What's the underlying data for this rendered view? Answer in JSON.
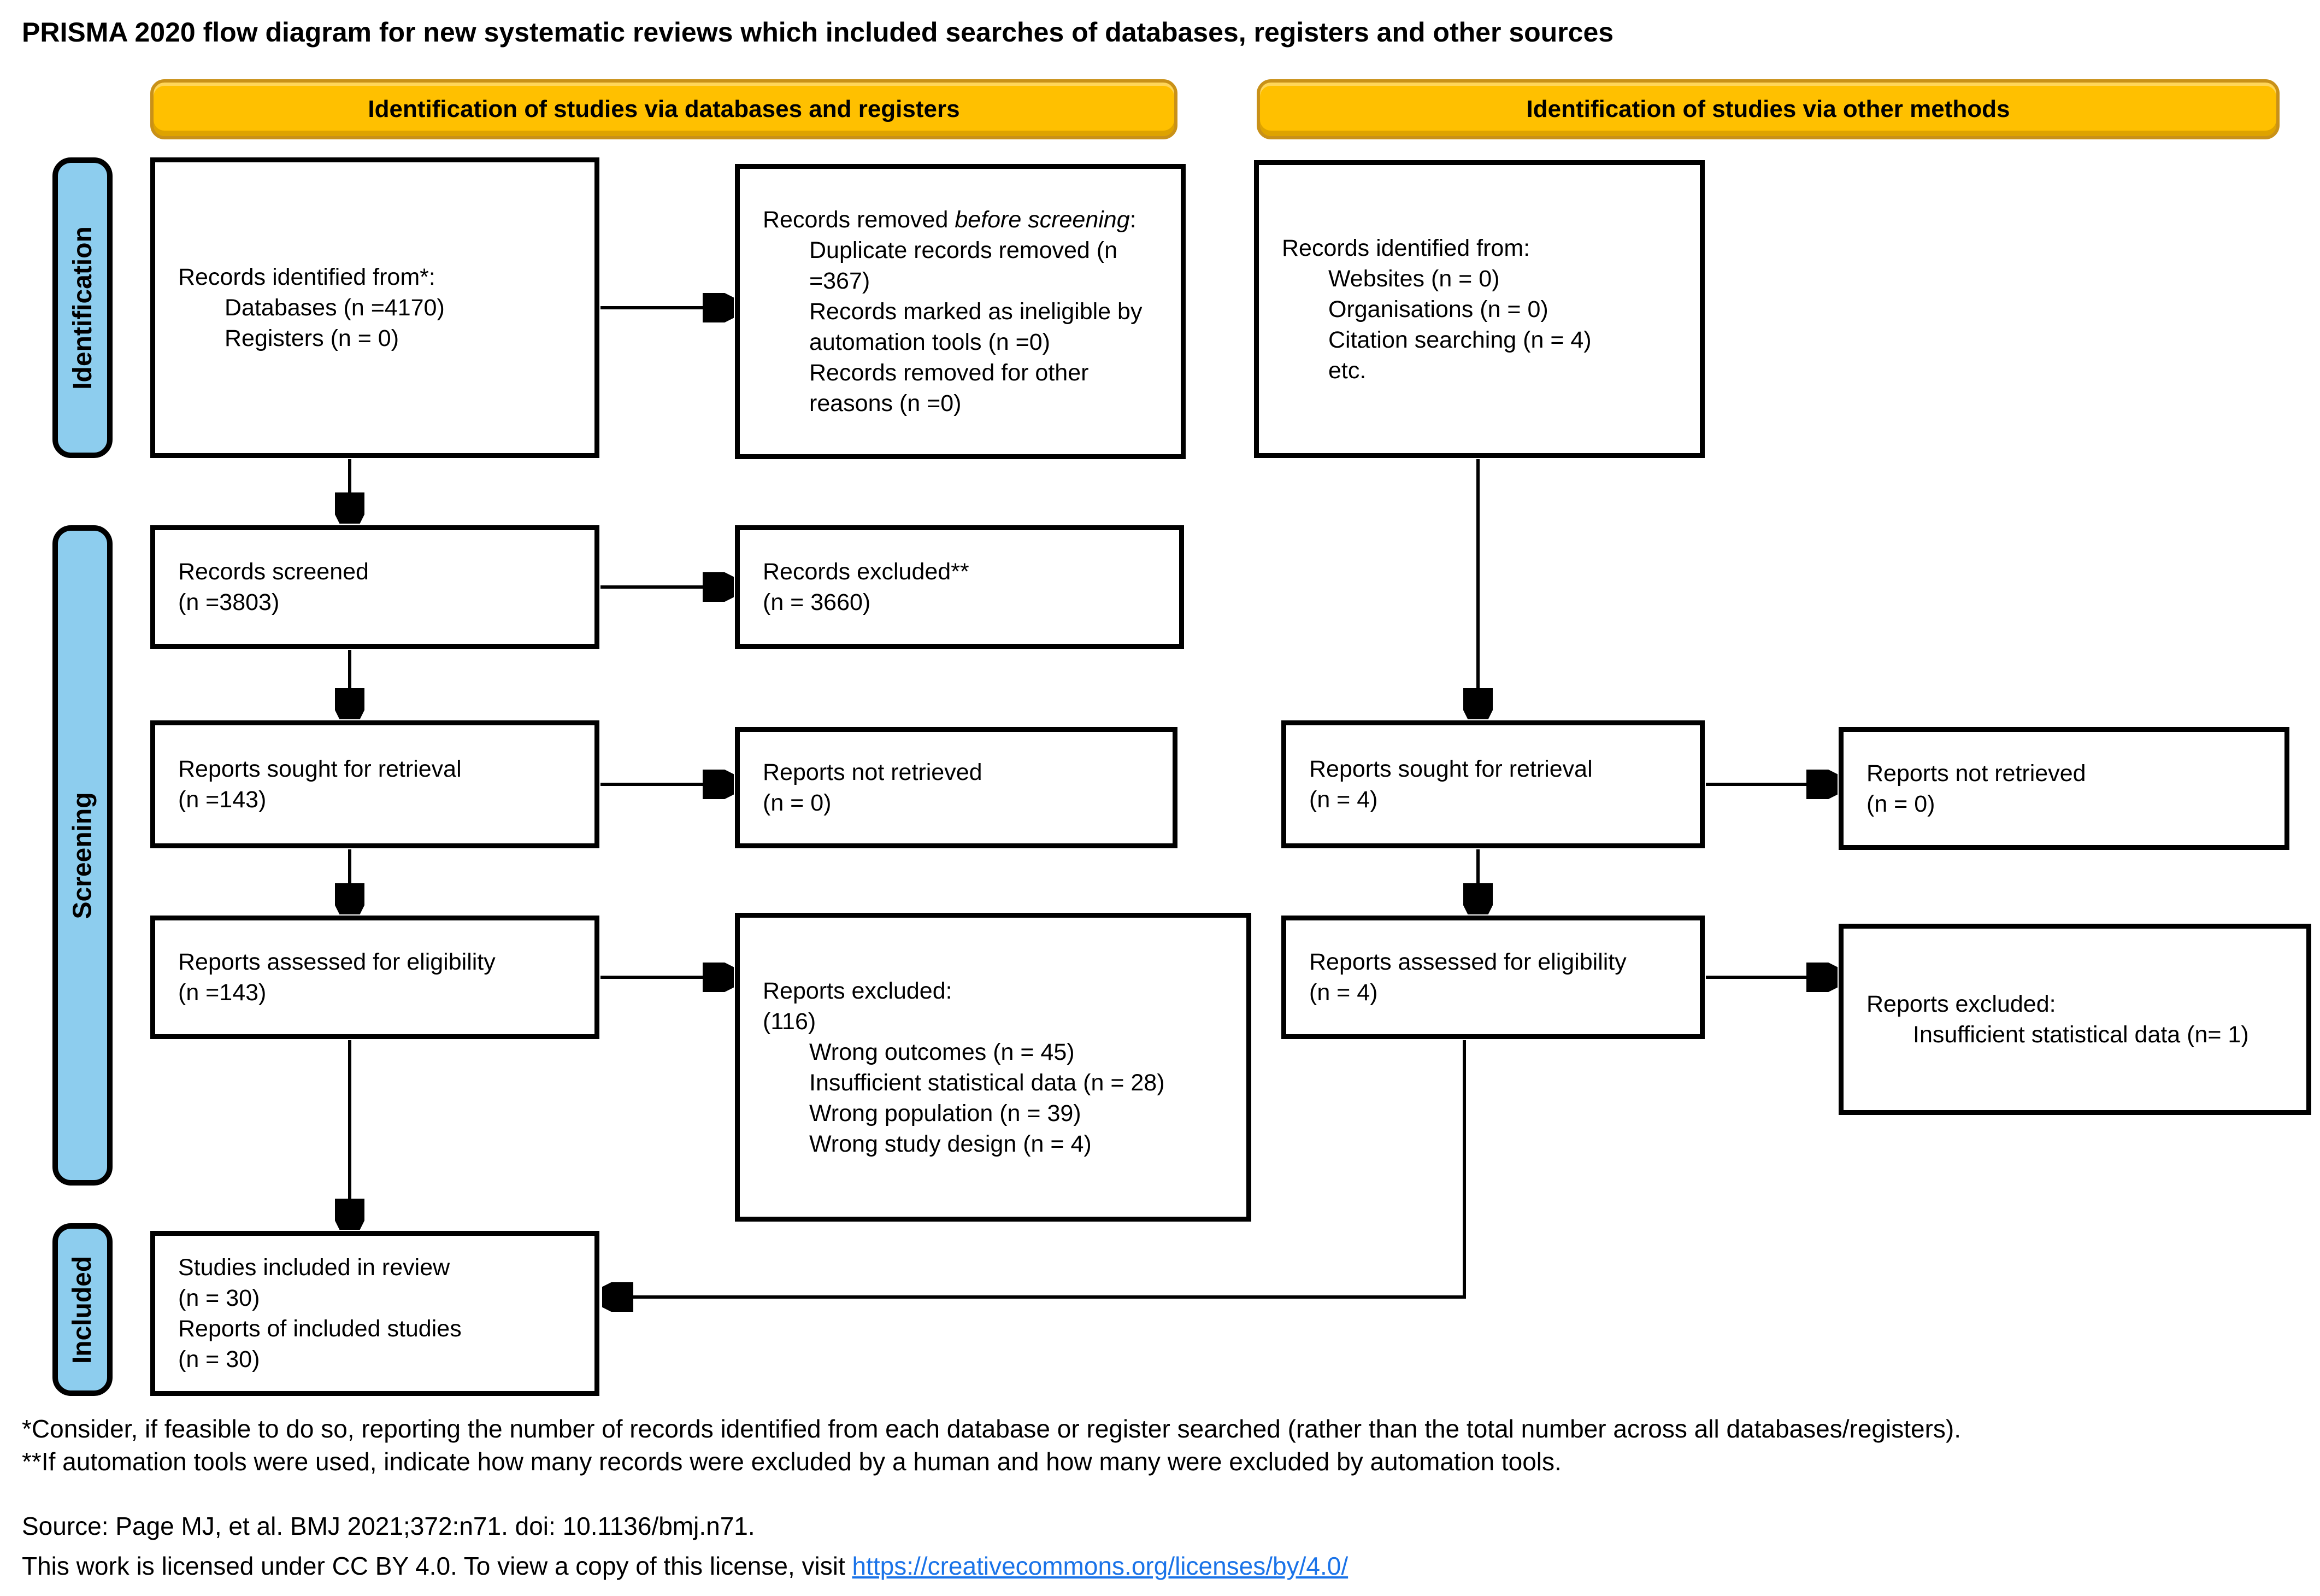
{
  "page_title": "PRISMA 2020 flow diagram for new systematic reviews which included searches of databases, registers and other sources",
  "column_headers": {
    "databases_registers": "Identification of studies via databases and registers",
    "other_methods": "Identification of studies via other methods"
  },
  "stage_labels": {
    "identification": "Identification",
    "screening": "Screening",
    "included": "Included"
  },
  "boxes": {
    "records_identified_db": {
      "intro": "Records identified from*:",
      "items": [
        "Databases (n =4170)",
        "Registers (n = 0)"
      ]
    },
    "records_removed": {
      "prefix": "Records removed ",
      "italic": "before screening",
      "suffix": ":",
      "items": [
        "Duplicate records removed (n =367)",
        "Records marked as ineligible by automation tools (n =0)",
        "Records removed for other reasons (n =0)"
      ]
    },
    "records_identified_other": {
      "intro": "Records identified from:",
      "items": [
        "Websites (n = 0)",
        "Organisations (n = 0)",
        "Citation searching (n = 4)",
        "etc."
      ]
    },
    "records_screened": {
      "lines": [
        "Records screened",
        "(n =3803)"
      ]
    },
    "records_excluded": {
      "lines": [
        "Records excluded**",
        "(n = 3660)"
      ]
    },
    "reports_sought_db": {
      "lines": [
        "Reports sought for retrieval",
        "(n =143)"
      ]
    },
    "reports_not_retrieved_db": {
      "lines": [
        "Reports not retrieved",
        "(n = 0)"
      ]
    },
    "reports_sought_other": {
      "lines": [
        "Reports sought for retrieval",
        "(n = 4)"
      ]
    },
    "reports_not_retrieved_other": {
      "lines": [
        "Reports not retrieved",
        "(n = 0)"
      ]
    },
    "reports_assessed_db": {
      "lines": [
        "Reports assessed for eligibility",
        "(n =143)"
      ]
    },
    "reports_excluded_db": {
      "intro": "Reports excluded:",
      "count": "(116)",
      "items": [
        "Wrong outcomes (n = 45)",
        "Insufficient statistical data (n = 28)",
        "Wrong population (n = 39)",
        "Wrong study design (n = 4)"
      ]
    },
    "reports_assessed_other": {
      "lines": [
        "Reports assessed for eligibility",
        "(n = 4)"
      ]
    },
    "reports_excluded_other": {
      "intro": "Reports excluded:",
      "items": [
        "Insufficient statistical data (n= 1)"
      ]
    },
    "studies_included": {
      "lines": [
        "Studies included in review",
        "(n = 30)",
        "Reports of included studies",
        "(n = 30)"
      ]
    }
  },
  "footnotes": {
    "asterisk": "*Consider, if feasible to do so, reporting the number of records identified from each database or register searched (rather than the total number across all databases/registers).",
    "double_asterisk": "**If automation tools were used, indicate how many records were excluded by a human and how many were excluded by automation tools.",
    "source": "Source: Page MJ, et al. BMJ 2021;372:n71. doi: 10.1136/bmj.n71.",
    "license_text": "This work is licensed under CC BY 4.0. To view a copy of this license, visit ",
    "license_link": "https://creativecommons.org/licenses/by/4.0/"
  },
  "colors": {
    "header_fill": "#FFC000",
    "header_border": "#C99118",
    "stage_fill": "#8DCDEE",
    "link": "#1A73E8"
  }
}
